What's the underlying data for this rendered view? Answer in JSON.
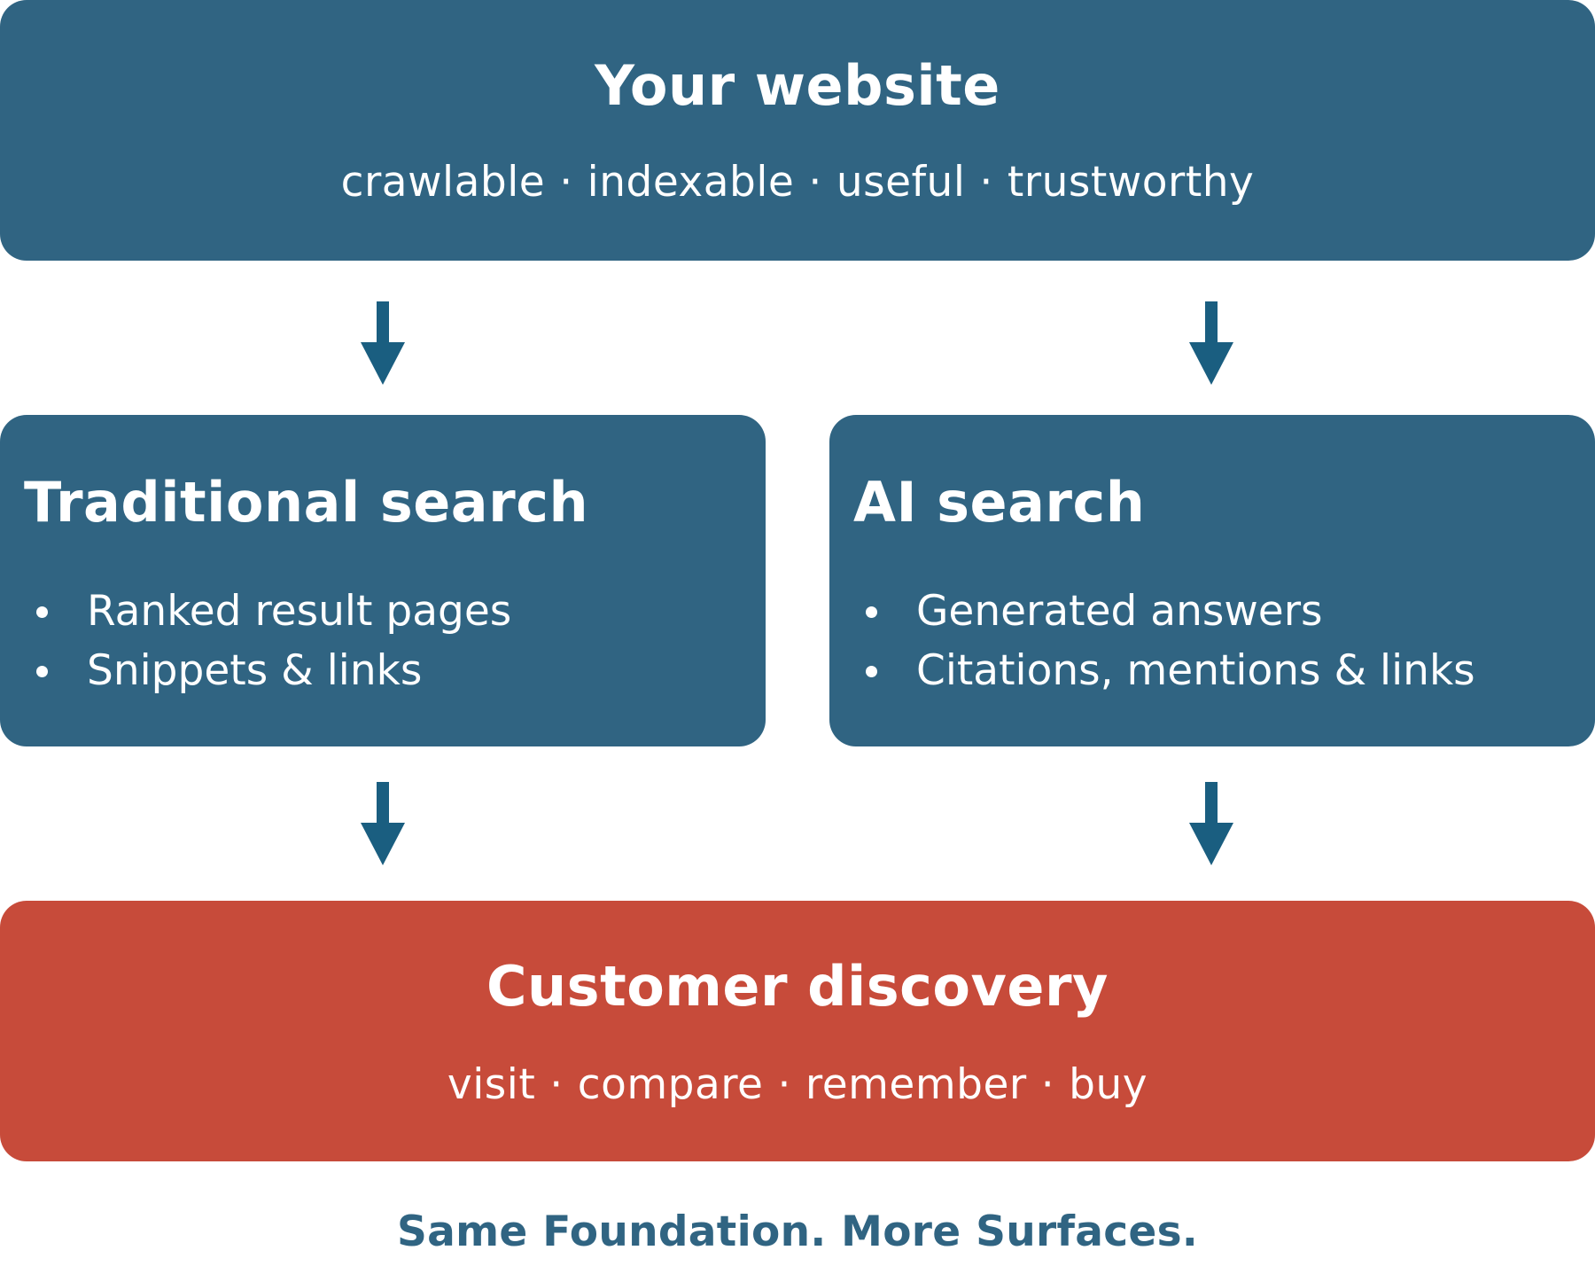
{
  "website": {
    "title": "Your website",
    "qualities": [
      "crawlable",
      "indexable",
      "useful",
      "trustworthy"
    ]
  },
  "traditional_search": {
    "title": "Traditional search",
    "bullets": [
      "Ranked result pages",
      "Snippets & links"
    ]
  },
  "ai_search": {
    "title": "AI search",
    "bullets": [
      "Generated answers",
      "Citations, mentions & links"
    ]
  },
  "customer_discovery": {
    "title": "Customer discovery",
    "steps": [
      "visit",
      "compare",
      "remember",
      "buy"
    ]
  },
  "tagline": "Same Foundation. More Surfaces.",
  "separator": "·",
  "colors": {
    "box_blue": "#306482",
    "box_red": "#C74B3A",
    "arrow": "#1A5E80",
    "text_on_box": "#FFFFFF",
    "tagline": "#306482"
  }
}
